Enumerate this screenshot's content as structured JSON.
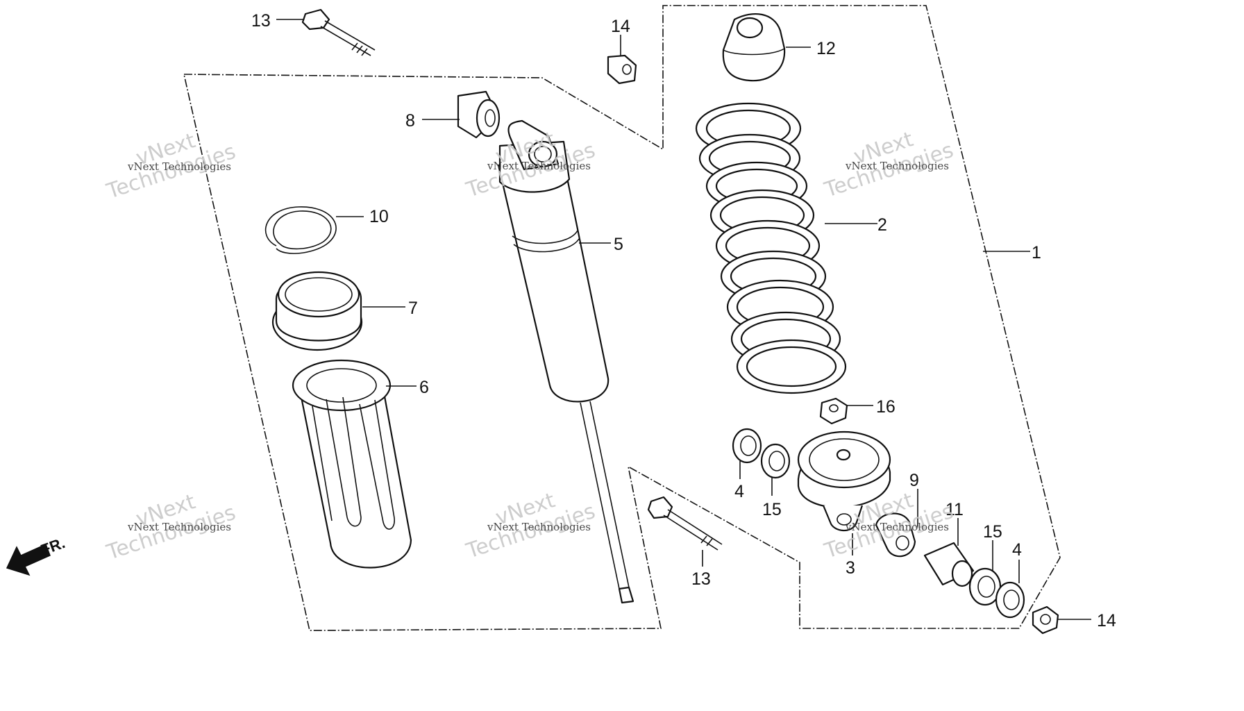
{
  "callouts": {
    "c1": "1",
    "c2": "2",
    "c3": "3",
    "c4a": "4",
    "c4b": "4",
    "c5": "5",
    "c6": "6",
    "c7": "7",
    "c8": "8",
    "c9": "9",
    "c10": "10",
    "c11": "11",
    "c12": "12",
    "c13a": "13",
    "c13b": "13",
    "c14a": "14",
    "c14b": "14",
    "c15a": "15",
    "c15b": "15",
    "c16": "16"
  },
  "direction_label": "FR.",
  "watermark": {
    "line1": "vNext",
    "line2": "Technologies",
    "small": "vNext Technologies"
  },
  "colors": {
    "ink": "#111111",
    "watermark": "#c8c8c8",
    "background": "#ffffff"
  }
}
